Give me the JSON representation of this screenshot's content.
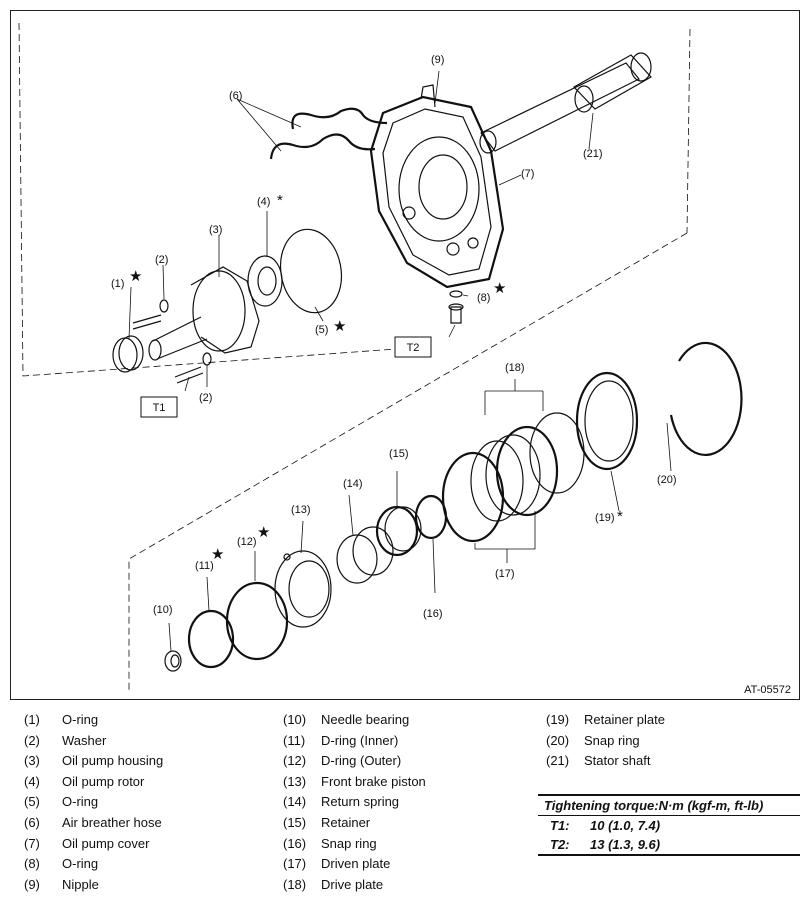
{
  "figure": {
    "id_label": "AT-05572",
    "callouts": [
      "(1)",
      "(2)",
      "(2)",
      "(3)",
      "(4)",
      "(5)",
      "(6)",
      "(7)",
      "(8)",
      "(9)",
      "(10)",
      "(11)",
      "(12)",
      "(13)",
      "(14)",
      "(15)",
      "(16)",
      "(17)",
      "(18)",
      "(19)",
      "(20)",
      "(21)"
    ],
    "torque_tags": {
      "t1": "T1",
      "t2": "T2"
    },
    "marks": {
      "star": "★",
      "asterisk": "*"
    }
  },
  "legend": {
    "col1": [
      {
        "num": "(1)",
        "name": "O-ring"
      },
      {
        "num": "(2)",
        "name": "Washer"
      },
      {
        "num": "(3)",
        "name": "Oil pump housing"
      },
      {
        "num": "(4)",
        "name": "Oil pump rotor"
      },
      {
        "num": "(5)",
        "name": "O-ring"
      },
      {
        "num": "(6)",
        "name": "Air breather hose"
      },
      {
        "num": "(7)",
        "name": "Oil pump cover"
      },
      {
        "num": "(8)",
        "name": "O-ring"
      },
      {
        "num": "(9)",
        "name": "Nipple"
      }
    ],
    "col2": [
      {
        "num": "(10)",
        "name": "Needle bearing"
      },
      {
        "num": "(11)",
        "name": "D-ring (Inner)"
      },
      {
        "num": "(12)",
        "name": "D-ring (Outer)"
      },
      {
        "num": "(13)",
        "name": "Front brake piston"
      },
      {
        "num": "(14)",
        "name": "Return spring"
      },
      {
        "num": "(15)",
        "name": "Retainer"
      },
      {
        "num": "(16)",
        "name": "Snap ring"
      },
      {
        "num": "(17)",
        "name": "Driven plate"
      },
      {
        "num": "(18)",
        "name": "Drive plate"
      }
    ],
    "col3": [
      {
        "num": "(19)",
        "name": "Retainer plate"
      },
      {
        "num": "(20)",
        "name": "Snap ring"
      },
      {
        "num": "(21)",
        "name": "Stator shaft"
      }
    ]
  },
  "torque": {
    "title": "Tightening torque:N·m (kgf-m, ft-lb)",
    "rows": [
      {
        "key": "T1:",
        "value": "10 (1.0, 7.4)"
      },
      {
        "key": "T2:",
        "value": "13 (1.3, 9.6)"
      }
    ]
  }
}
